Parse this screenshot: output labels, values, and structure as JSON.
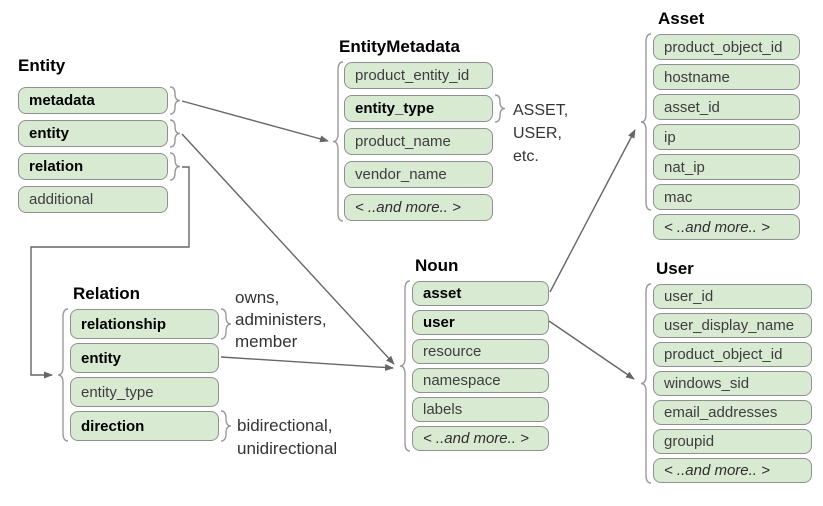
{
  "diagram": {
    "colors": {
      "row_fill": "#d9ead3",
      "row_border": "#8f8f8f",
      "connector": "#666666",
      "brace": "#999999"
    },
    "tables": {
      "entity": {
        "title": "Entity",
        "rows": [
          "metadata",
          "entity",
          "relation",
          "additional"
        ]
      },
      "entity_metadata": {
        "title": "EntityMetadata",
        "rows": [
          "product_entity_id",
          "entity_type",
          "product_name",
          "vendor_name",
          "< ..and more.. >"
        ]
      },
      "asset": {
        "title": "Asset",
        "rows": [
          "product_object_id",
          "hostname",
          "asset_id",
          "ip",
          "nat_ip",
          "mac",
          "< ..and more.. >"
        ]
      },
      "user": {
        "title": "User",
        "rows": [
          "user_id",
          "user_display_name",
          "product_object_id",
          "windows_sid",
          "email_addresses",
          "groupid",
          "< ..and more.. >"
        ]
      },
      "noun": {
        "title": "Noun",
        "rows": [
          "asset",
          "user",
          "resource",
          "namespace",
          "labels",
          "< ..and more.. >"
        ]
      },
      "relation": {
        "title": "Relation",
        "rows": [
          "relationship",
          "entity",
          "entity_type",
          "direction"
        ]
      }
    },
    "annotations": {
      "entity_type_values": [
        "ASSET,",
        "USER,",
        "etc."
      ],
      "relationship_values": [
        "owns,",
        "administers,",
        "member"
      ],
      "direction_values": [
        "bidirectional,",
        "unidirectional"
      ]
    }
  }
}
